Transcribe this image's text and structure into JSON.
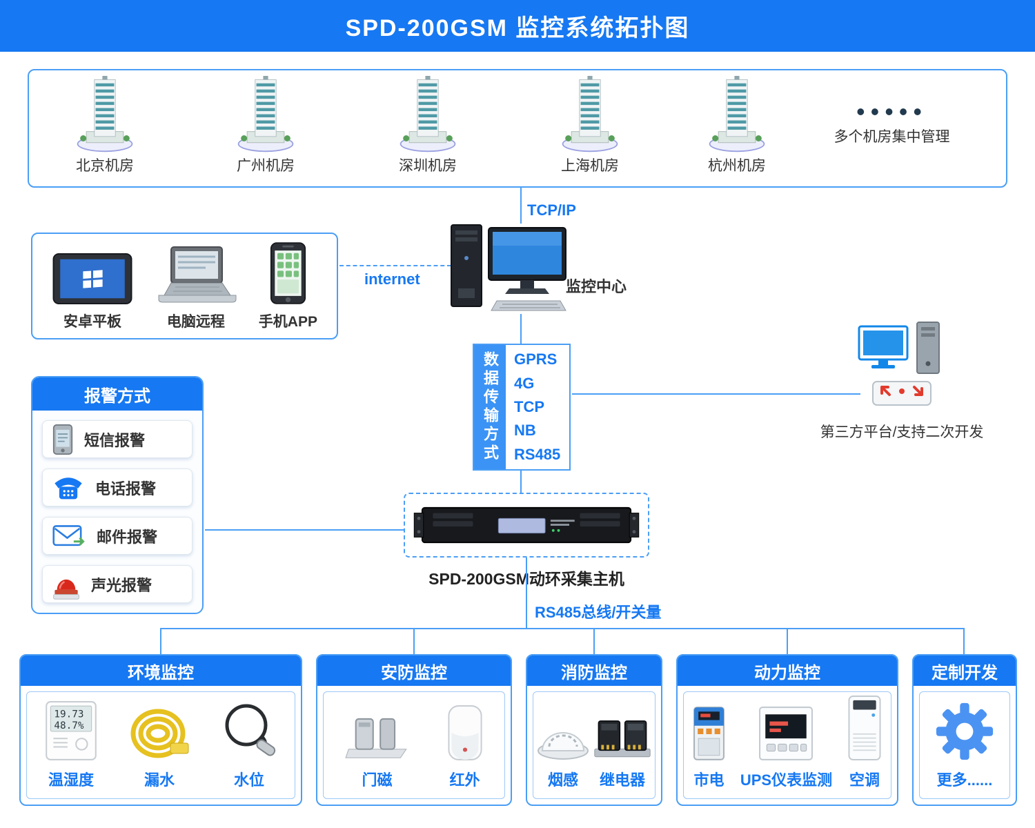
{
  "colors": {
    "accent": "#1678f2",
    "line": "#4a9ef5",
    "sensor_label": "#1678f2",
    "text_dark": "#333333",
    "alarm_red": "#d8281c"
  },
  "header": {
    "title": "SPD-200GSM 监控系统拓扑图"
  },
  "rooms": {
    "items": [
      {
        "label": "北京机房",
        "icon": "building-icon"
      },
      {
        "label": "广州机房",
        "icon": "building-icon"
      },
      {
        "label": "深圳机房",
        "icon": "building-icon"
      },
      {
        "label": "上海机房",
        "icon": "building-icon"
      },
      {
        "label": "杭州机房",
        "icon": "building-icon"
      }
    ],
    "dots": "•••••",
    "more_label": "多个机房集中管理"
  },
  "links": {
    "tcpip": "TCP/IP",
    "internet": "internet",
    "bus": "RS485总线/开关量"
  },
  "monitor_center": {
    "label": "监控中心",
    "icon": "workstation-icon"
  },
  "clients": {
    "items": [
      {
        "label": "安卓平板",
        "icon": "tablet-icon"
      },
      {
        "label": "电脑远程",
        "icon": "laptop-icon"
      },
      {
        "label": "手机APP",
        "icon": "smartphone-icon"
      }
    ]
  },
  "transmission": {
    "strip_label": "数据传输方式",
    "modes": [
      "GPRS",
      "4G",
      "TCP",
      "NB",
      "RS485"
    ]
  },
  "third_party": {
    "label": "第三方平台/支持二次开发",
    "icon": "computer-router-icon"
  },
  "alarm": {
    "title": "报警方式",
    "items": [
      {
        "label": "短信报警",
        "icon": "sms-phone-icon"
      },
      {
        "label": "电话报警",
        "icon": "telephone-icon"
      },
      {
        "label": "邮件报警",
        "icon": "mail-icon"
      },
      {
        "label": "声光报警",
        "icon": "alarm-light-icon"
      }
    ]
  },
  "host": {
    "label": "SPD-200GSM动环采集主机",
    "icon": "rack-server-icon"
  },
  "panels": [
    {
      "title": "环境监控",
      "items": [
        {
          "label": "温湿度",
          "icon": "thermo-hygrometer-icon",
          "display": [
            "19.73",
            "48.7%"
          ]
        },
        {
          "label": "漏水",
          "icon": "leak-cable-icon"
        },
        {
          "label": "水位",
          "icon": "water-level-icon"
        }
      ]
    },
    {
      "title": "安防监控",
      "items": [
        {
          "label": "门磁",
          "icon": "door-magnet-icon"
        },
        {
          "label": "红外",
          "icon": "pir-sensor-icon"
        }
      ]
    },
    {
      "title": "消防监控",
      "items": [
        {
          "label": "烟感",
          "icon": "smoke-detector-icon"
        },
        {
          "label": "继电器",
          "icon": "relay-icon"
        }
      ]
    },
    {
      "title": "动力监控",
      "items": [
        {
          "label": "市电",
          "icon": "mains-power-icon"
        },
        {
          "label": "UPS仪表监测",
          "icon": "ups-meter-icon"
        },
        {
          "label": "空调",
          "icon": "air-conditioner-icon"
        }
      ]
    },
    {
      "title": "定制开发",
      "items": [
        {
          "label": "更多......",
          "icon": "gear-icon"
        }
      ]
    }
  ]
}
